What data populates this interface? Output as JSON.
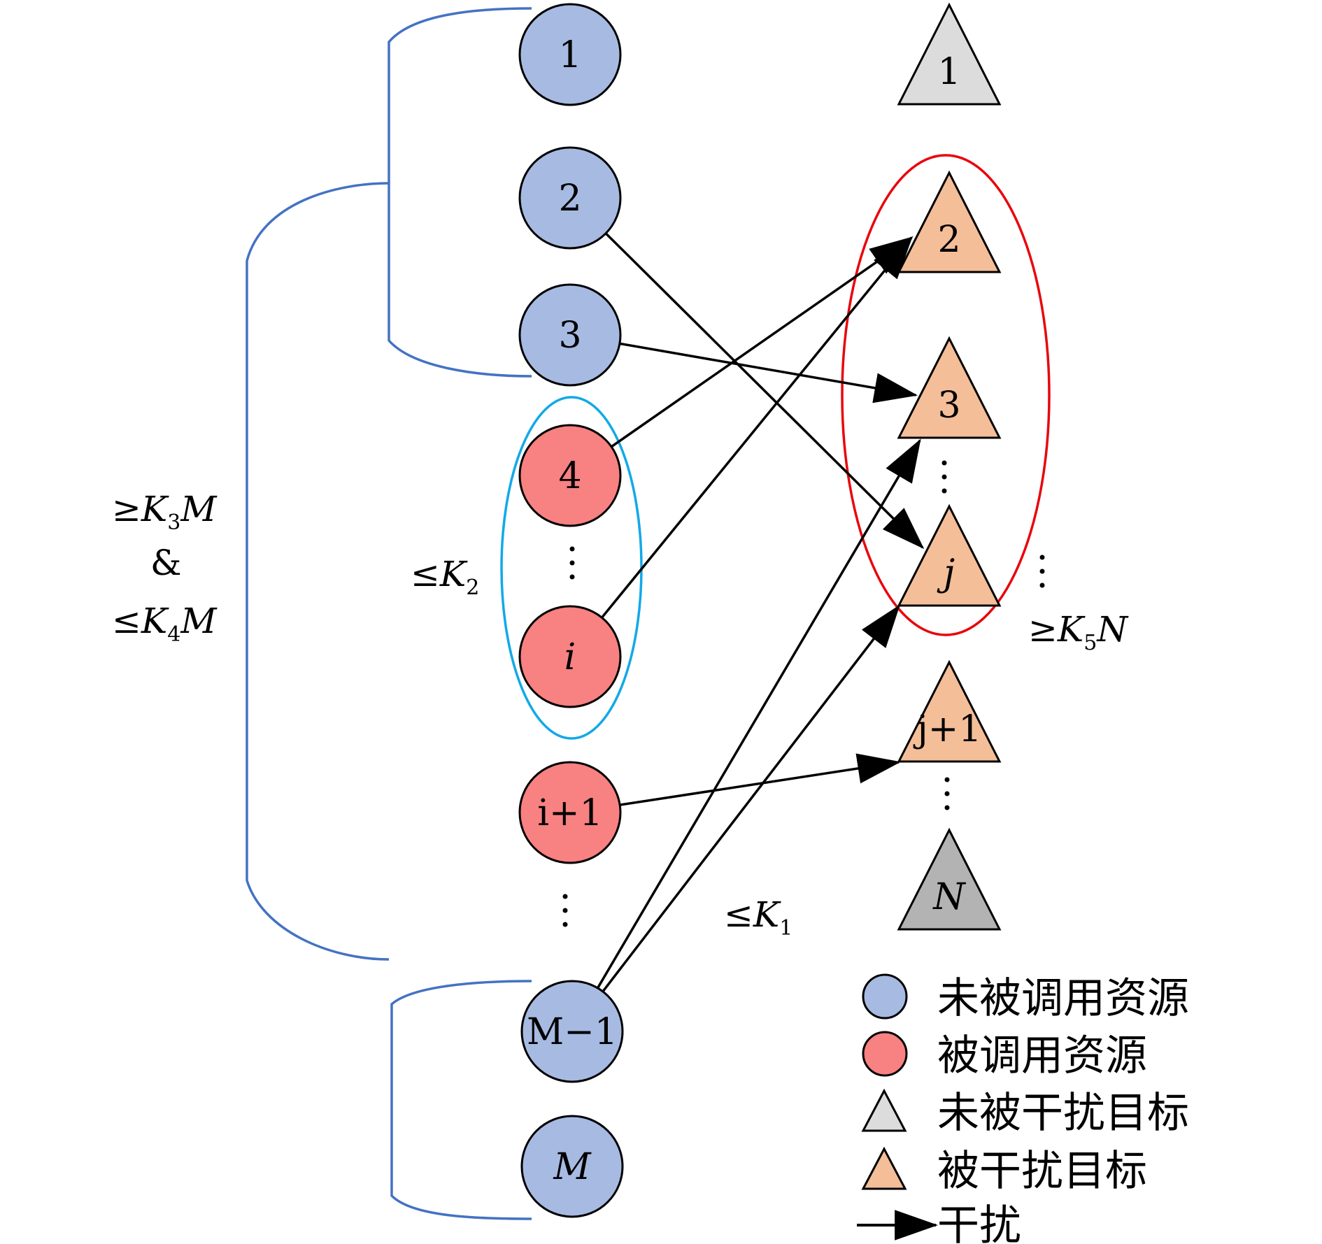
{
  "colors": {
    "unused_resource": "#A7BAE2",
    "used_resource": "#F88181",
    "unjammed_target": "#DCDCDC",
    "last_target": "#B3B3B3",
    "jammed_target": "#F4BE99",
    "bracket": "#4472C4",
    "red_ellipse": "#E8060C",
    "blue_ellipse": "#12A9E7",
    "arrow": "#000000"
  },
  "resources": [
    {
      "id": "r1",
      "label": "1",
      "state": "unused",
      "italic": false
    },
    {
      "id": "r2",
      "label": "2",
      "state": "unused",
      "italic": false
    },
    {
      "id": "r3",
      "label": "3",
      "state": "unused",
      "italic": false
    },
    {
      "id": "r4",
      "label": "4",
      "state": "used",
      "italic": false
    },
    {
      "id": "ri",
      "label": "i",
      "state": "used",
      "italic": true
    },
    {
      "id": "ri1",
      "label": "i+1",
      "state": "used",
      "italic": false
    },
    {
      "id": "rM1",
      "label": "M−1",
      "state": "unused",
      "italic": false
    },
    {
      "id": "rM",
      "label": "M",
      "state": "unused",
      "italic": true
    }
  ],
  "targets": [
    {
      "id": "t1",
      "label": "1",
      "state": "unjammed",
      "italic": false
    },
    {
      "id": "t2",
      "label": "2",
      "state": "jammed",
      "italic": false
    },
    {
      "id": "t3",
      "label": "3",
      "state": "jammed",
      "italic": false
    },
    {
      "id": "tj",
      "label": "j",
      "state": "jammed",
      "italic": true
    },
    {
      "id": "tj1",
      "label": "j+1",
      "state": "jammed",
      "italic": false
    },
    {
      "id": "tN",
      "label": "N",
      "state": "last",
      "italic": true
    }
  ],
  "edges": [
    {
      "from": "r2",
      "to": "tj"
    },
    {
      "from": "r3",
      "to": "t3"
    },
    {
      "from": "r4",
      "to": "t2"
    },
    {
      "from": "ri",
      "to": "t2"
    },
    {
      "from": "ri1",
      "to": "tj1"
    },
    {
      "from": "rM1",
      "to": "t3"
    },
    {
      "from": "rM1",
      "to": "tj"
    }
  ],
  "annotations": {
    "big_bracket_ge": "≥",
    "big_bracket_k": "K",
    "big_bracket_k_sub": "3",
    "big_bracket_m": "M",
    "big_bracket_and": "&",
    "big_bracket_le": "≤",
    "big_bracket_k2": "K",
    "big_bracket_k2_sub": "4",
    "big_bracket_m2": "M",
    "k2_le": "≤",
    "k2_k": "K",
    "k2_sub": "2",
    "k1_le": "≤",
    "k1_k": "K",
    "k1_sub": "1",
    "k5_ge": "≥",
    "k5_k": "K",
    "k5_sub": "5",
    "k5_n": "N"
  },
  "legend": [
    {
      "id": "unused-resource",
      "shape": "circle",
      "label": "未被调用资源"
    },
    {
      "id": "used-resource",
      "shape": "circle",
      "label": "被调用资源"
    },
    {
      "id": "unjammed-target",
      "shape": "triangle",
      "label": "未被干扰目标"
    },
    {
      "id": "jammed-target",
      "shape": "triangle",
      "label": "被干扰目标"
    },
    {
      "id": "jam-arrow",
      "shape": "arrow",
      "label": "干扰"
    }
  ]
}
